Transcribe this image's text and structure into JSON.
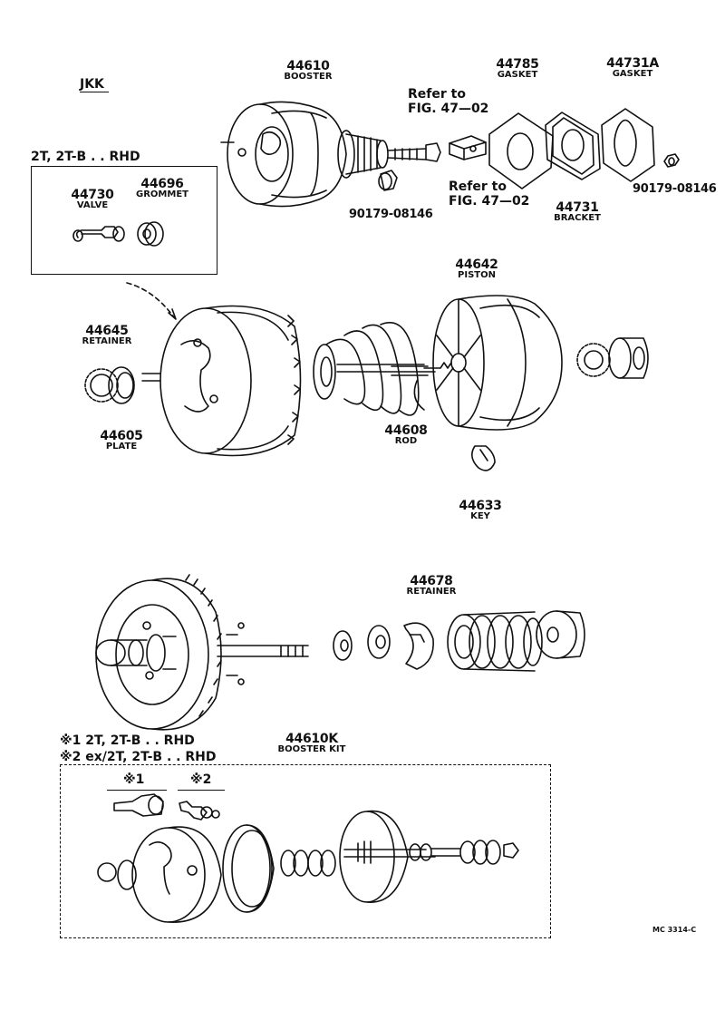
{
  "header": {
    "model_code": "JKK",
    "figure_code": "MC 3314-C"
  },
  "inset_rhd": {
    "title": "2T, 2T-B . . RHD"
  },
  "kit_notes": {
    "note1": "※1 2T, 2T-B . . RHD",
    "note2": "※2 ex/2T, 2T-B . . RHD",
    "mark1": "※1",
    "mark2": "※2"
  },
  "parts": {
    "booster": {
      "number": "44610",
      "name": "BOOSTER"
    },
    "gasket_44785": {
      "number": "44785",
      "name": "GASKET"
    },
    "gasket_44731a": {
      "number": "44731A",
      "name": "GASKET"
    },
    "bracket": {
      "number": "44731",
      "name": "BRACKET"
    },
    "nut_a": {
      "number": "90179-08146"
    },
    "nut_b": {
      "number": "90179-08146"
    },
    "valve": {
      "number": "44730",
      "name": "VALVE"
    },
    "grommet": {
      "number": "44696",
      "name": "GROMMET"
    },
    "retainer_44645": {
      "number": "44645",
      "name": "RETAINER"
    },
    "plate": {
      "number": "44605",
      "name": "PLATE"
    },
    "piston": {
      "number": "44642",
      "name": "PISTON"
    },
    "rod": {
      "number": "44608",
      "name": "ROD"
    },
    "key": {
      "number": "44633",
      "name": "KEY"
    },
    "retainer_44678": {
      "number": "44678",
      "name": "RETAINER"
    },
    "booster_kit": {
      "number": "44610K",
      "name": "BOOSTER KIT"
    }
  },
  "references": {
    "ref_a": {
      "line1": "Refer to",
      "line2": "FIG. 47—02"
    },
    "ref_b": {
      "line1": "Refer to",
      "line2": "FIG. 47—02"
    }
  }
}
